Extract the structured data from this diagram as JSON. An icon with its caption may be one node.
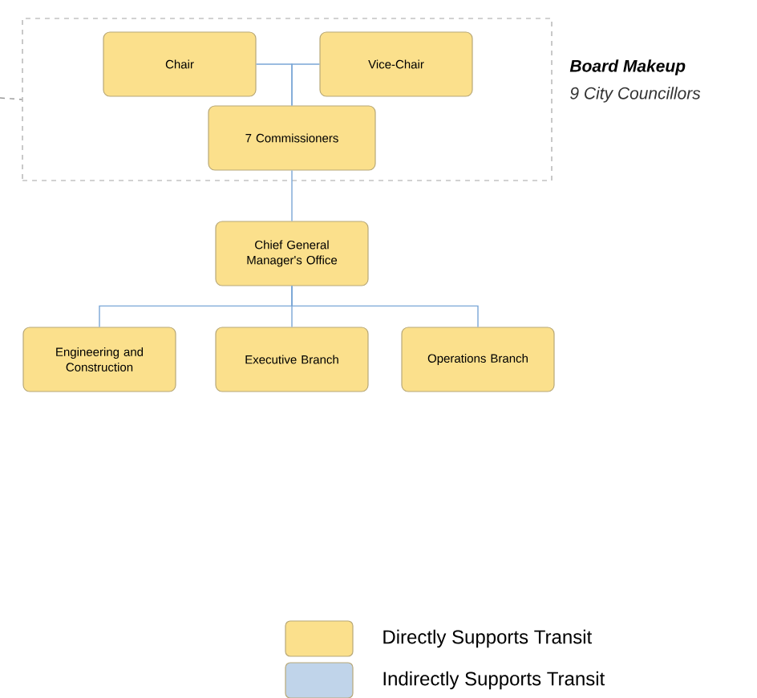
{
  "diagram": {
    "nodes": [
      {
        "text": [
          "Board Makeup",
          "9 City Councillors"
        ]
      },
      {
        "text": [
          "Chair"
        ],
        "in": 0
      },
      {
        "text": [
          "Vice-Chair"
        ],
        "in": 0
      },
      {
        "text": [
          "7 Commissioners"
        ],
        "in": 0
      },
      {
        "text": [
          "Chief General Manager's Office"
        ]
      },
      {
        "text": [
          "Engineering and Construction"
        ]
      },
      {
        "text": [
          "Executive Branch"
        ]
      },
      {
        "text": [
          "Operations Branch"
        ]
      }
    ],
    "edges": [
      {
        "from": 1,
        "to": 3,
        "arrow": "none"
      },
      {
        "from": 2,
        "to": 3,
        "arrow": "none"
      },
      {
        "from": 3,
        "to": 4,
        "arrow": "none"
      },
      {
        "from": 4,
        "to": 5,
        "arrow": "none"
      },
      {
        "from": 4,
        "to": 6,
        "arrow": "none"
      },
      {
        "from": 4,
        "to": 7,
        "arrow": "none"
      },
      {
        "from": null,
        "to": 0,
        "arrow": "none",
        "style": "dashed",
        "color": "#999999"
      }
    ],
    "legend": [
      {
        "text": "Directly Supports Transit",
        "color": "#fbe08c"
      },
      {
        "text": "Indirectly Supports Transit",
        "color": "#c0d4ea"
      }
    ]
  }
}
